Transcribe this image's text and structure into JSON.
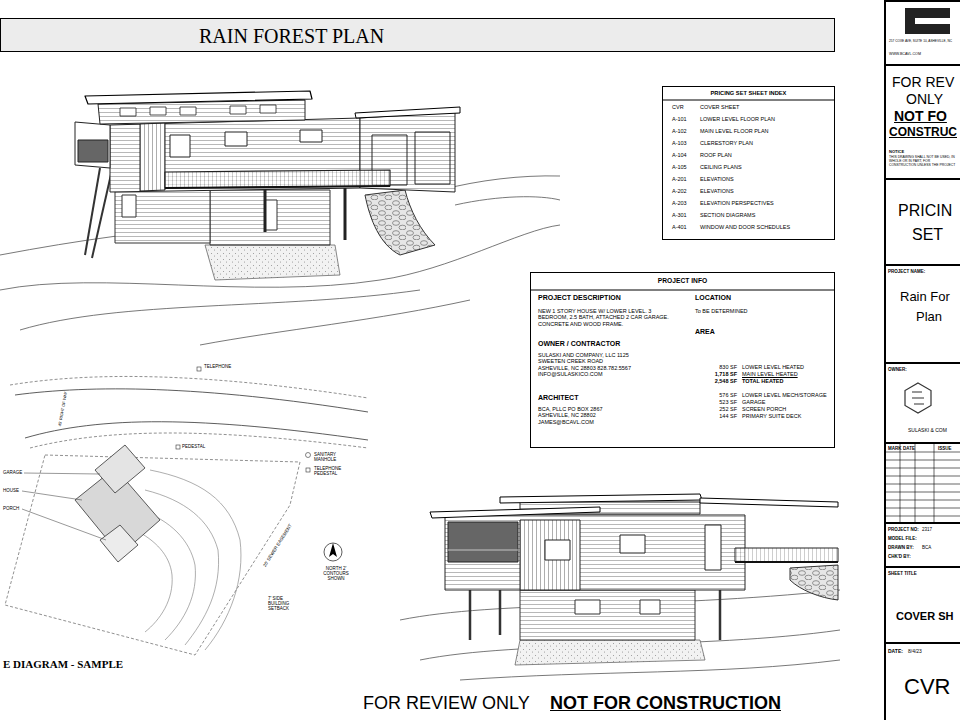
{
  "diagram": {
    "title": "RAIN FOREST PLAN",
    "nodes": [
      {
        "text": [
          "PRICING SET SHEET INDEX"
        ]
      },
      {
        "text": [
          "PROJECT INFO"
        ]
      },
      {
        "text": [
          "257 COXE AVE, SUITE 10, ASHEVILLE, NC",
          "WWW.BCAVL.COM"
        ]
      },
      {
        "text": [
          "FOR REV",
          "ONLY",
          "NOT FO",
          "CONSTRUC",
          "NOTICE",
          "THIS DRAWING SHALL NOT BE USED, IN WHOLE OR IN PART, FOR CONSTRUCTION UNLESS THE PROJECT"
        ]
      },
      {
        "text": [
          "PRICIN",
          "SET"
        ]
      },
      {
        "text": [
          "PROJECT NAME:",
          "Rain For",
          "Plan"
        ]
      },
      {
        "text": [
          "OWNER:",
          "SULASKI & COM"
        ]
      },
      {
        "text": [
          "MARK",
          "DATE",
          "ISSUE"
        ]
      },
      {
        "text": [
          "PROJECT NO:",
          "2317",
          "MODEL FILE:",
          "DRAWN BY:",
          "BCA",
          "CHK'D BY:"
        ]
      },
      {
        "text": [
          "SHEET TITLE",
          "COVER SH"
        ]
      },
      {
        "text": [
          "DATE:",
          "8/4/23",
          "CVR"
        ]
      }
    ],
    "labels": [
      "CVR",
      "COVER SHEET",
      "A-101",
      "LOWER LEVEL FLOOR PLAN",
      "A-102",
      "MAIN LEVEL FLOOR PLAN",
      "A-103",
      "CLERESTORY PLAN",
      "A-104",
      "ROOF PLAN",
      "A-105",
      "CEILING PLANS",
      "A-201",
      "ELEVATIONS",
      "A-202",
      "ELEVATIONS",
      "A-203",
      "ELEVATION PERSPECTIVES",
      "A-301",
      "SECTION DIAGRAMS",
      "A-401",
      "WINDOW AND DOOR SCHEDULES",
      "PROJECT DESCRIPTION",
      "NEW 1 STORY HOUSE W/ LOWER LEVEL. 3 BEDROOM, 2.5 BATH, ATTACHED 2 CAR GARAGE. CONCRETE AND WOOD FRAME.",
      "OWNER / CONTRACTOR",
      "SULASKI AND COMPANY, LLC 1125 SWEETEN CREEK ROAD ASHEVILLE, NC 28803 828.782.5567 INFO@SULASKICO.COM",
      "ARCHITECT",
      "BCA, PLLC PO BOX 2867 ASHEVILLE, NC 28802 JAMES@BCAVL.COM",
      "LOCATION",
      "To BE DETERMINED",
      "AREA",
      "830 SF",
      "LOWER LEVEL HEATED",
      "1,718 SF",
      "MAIN LEVEL HEATED",
      "2,548 SF",
      "TOTAL HEATED",
      "576 SF",
      "LOWER LEVEL MECH/STORAGE",
      "523 SF",
      "GARAGE",
      "252 SF",
      "SCREEN PORCH",
      "144 SF",
      "PRIMARY SUITE DECK",
      "TELEPHONE",
      "PEDESTAL",
      "SANITARY MANHOLE",
      "TELEPHONE PEDESTAL",
      "45' RIGHT OF WAY",
      "GARAGE",
      "HOUSE",
      "PORCH",
      "20' SEWER EASEMENT",
      "NORTH 2' CONTOURS SHOWN",
      "7' SIDE BUILDING SETBACK",
      "E DIAGRAM - SAMPLE",
      "FOR REVIEW ONLY",
      "NOT FOR CONSTRUCTION"
    ]
  }
}
